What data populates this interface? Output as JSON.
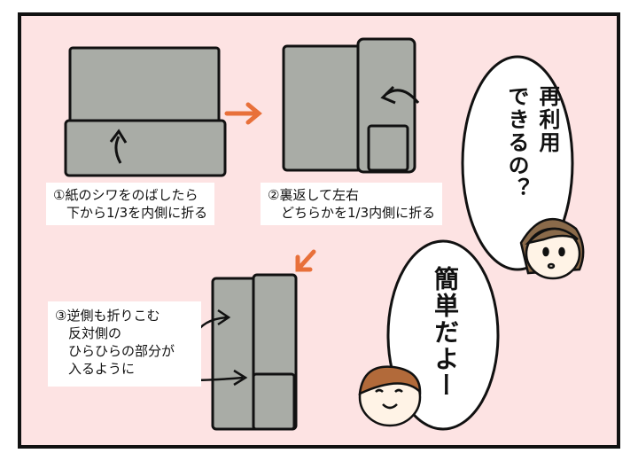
{
  "steps": [
    {
      "line1": "①紙のシワをのばしたら",
      "line2": "　下から1/3を内側に折る"
    },
    {
      "line1": "②裏返して左右",
      "line2": "　どちらかを1/3内側に折る"
    },
    {
      "line1": "③逆側も折りこむ",
      "line2": "　反対側の",
      "line3": "　ひらひらの部分が",
      "line4": "　入るように"
    }
  ],
  "dialogue": {
    "question_line1": "再利用",
    "question_line2": "できるの？",
    "answer": "簡単だよー"
  },
  "colors": {
    "background": "#fde3e3",
    "paper": "#a9aca6",
    "arrow": "#e8703a",
    "frame": "#111111"
  }
}
